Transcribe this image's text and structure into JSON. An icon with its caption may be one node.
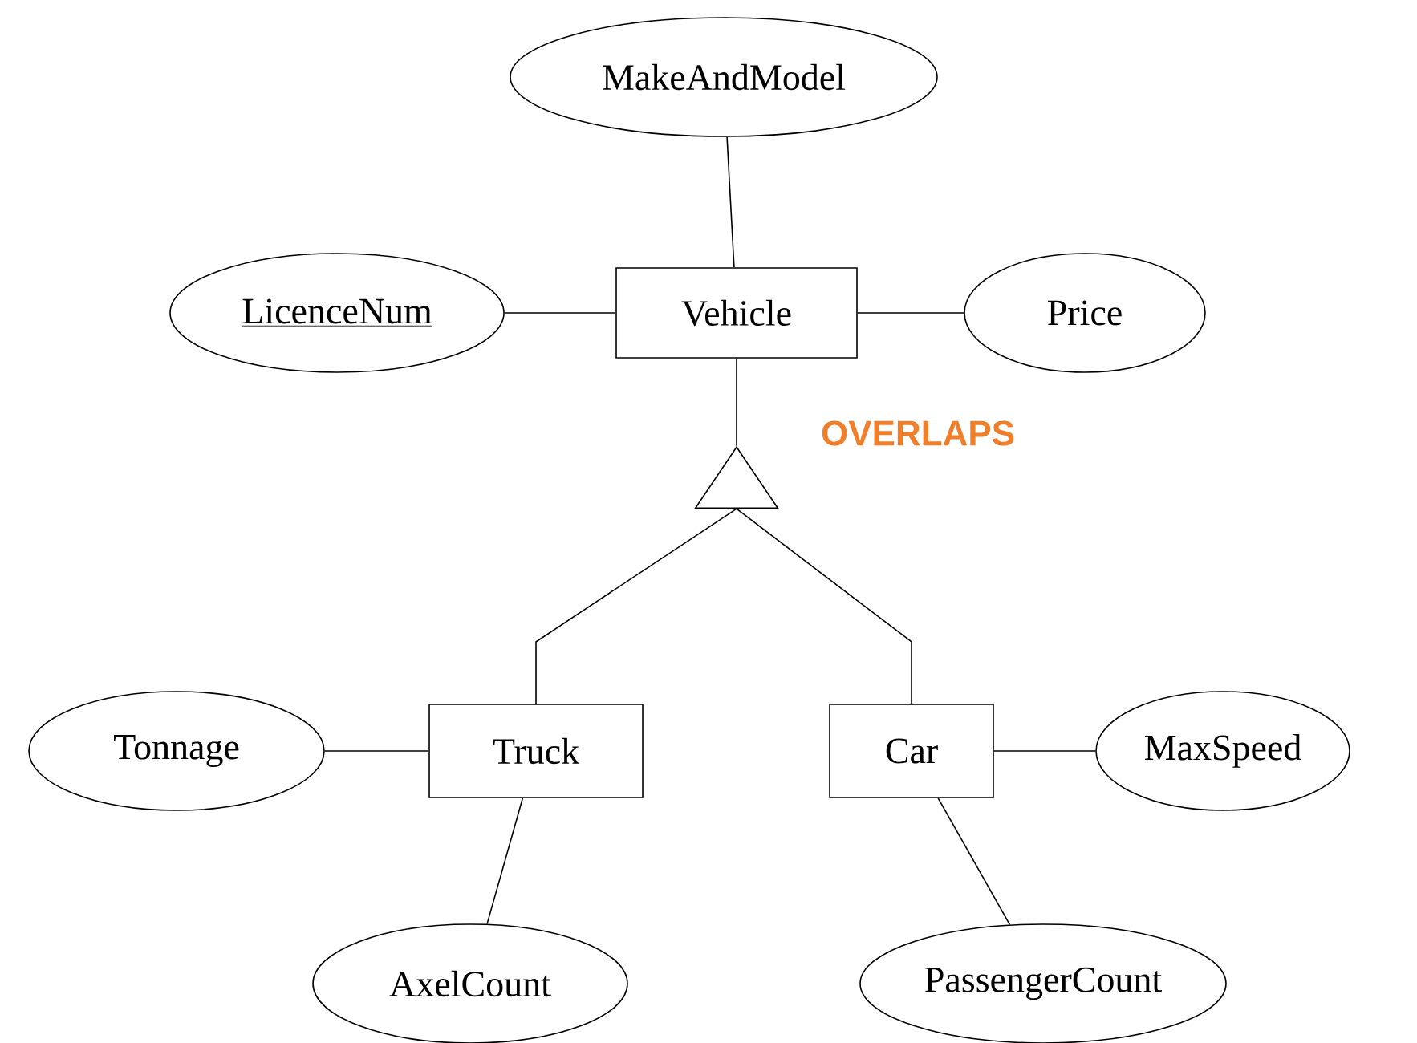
{
  "diagram": {
    "nodes": [
      {
        "text": [
          "MakeAndModel"
        ]
      },
      {
        "text": [
          "LicenceNum"
        ]
      },
      {
        "text": [
          "Vehicle"
        ]
      },
      {
        "text": [
          "Price"
        ]
      },
      {
        "text": [],
        "shape": "triangle"
      },
      {
        "text": [
          "Truck"
        ]
      },
      {
        "text": [
          "Car"
        ]
      },
      {
        "text": [
          "Tonnage"
        ]
      },
      {
        "text": [
          "MaxSpeed"
        ]
      },
      {
        "text": [
          "AxelCount"
        ]
      },
      {
        "text": [
          "PassengerCount"
        ]
      }
    ],
    "edges": [
      {
        "from": 0,
        "to": 2,
        "arrow": "none"
      },
      {
        "from": 1,
        "to": 2,
        "arrow": "none"
      },
      {
        "from": 2,
        "to": 3,
        "arrow": "none"
      },
      {
        "from": 2,
        "to": 4,
        "arrow": "none"
      },
      {
        "from": 4,
        "to": 5,
        "arrow": "none"
      },
      {
        "from": 4,
        "to": 6,
        "arrow": "none"
      },
      {
        "from": 7,
        "to": 5,
        "arrow": "none"
      },
      {
        "from": 6,
        "to": 8,
        "arrow": "none"
      },
      {
        "from": 5,
        "to": 9,
        "arrow": "none"
      },
      {
        "from": 6,
        "to": 10,
        "arrow": "none"
      }
    ],
    "labels": [
      "OVERLAPS"
    ]
  }
}
